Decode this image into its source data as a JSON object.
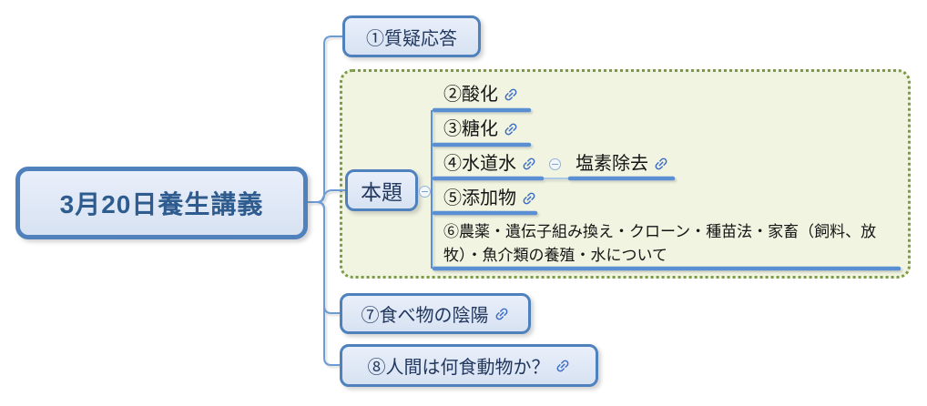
{
  "root": {
    "label": "3月20日養生講義"
  },
  "branches": {
    "qa": {
      "label": "①質疑応答",
      "has_link": false
    },
    "main": {
      "label": "本題",
      "collapsed": false,
      "children": {
        "oxidation": {
          "label": "②酸化",
          "has_link": true
        },
        "glycation": {
          "label": "③糖化",
          "has_link": true
        },
        "tap_water": {
          "label": "④水道水",
          "has_link": true,
          "collapsed": false,
          "child": {
            "label": "塩素除去",
            "has_link": true
          }
        },
        "additives": {
          "label": "⑤添加物",
          "has_link": true
        },
        "agro": {
          "label": "⑥農薬・遺伝子組み換え・クローン・種苗法・家畜（飼料、放牧）・魚介類の養殖・水について",
          "has_link": false
        }
      }
    },
    "yinyang": {
      "label": "⑦食べ物の陰陽",
      "has_link": true
    },
    "whateater": {
      "label": "⑧人間は何食動物か？",
      "has_link": true
    }
  },
  "colors": {
    "topic_border": "#4f81bd",
    "topic_fill": "#dce6f2",
    "root_text": "#2f5c8f",
    "box_text": "#21375e",
    "line_text": "#151515",
    "branch_line": "#6d9bd3",
    "underline": "#5b8fd4",
    "thin_connector": "#adc9e8",
    "boundary_border": "#7b9b45",
    "boundary_fill": "#f0f4e1",
    "link_icon": "#3b6cc5"
  }
}
